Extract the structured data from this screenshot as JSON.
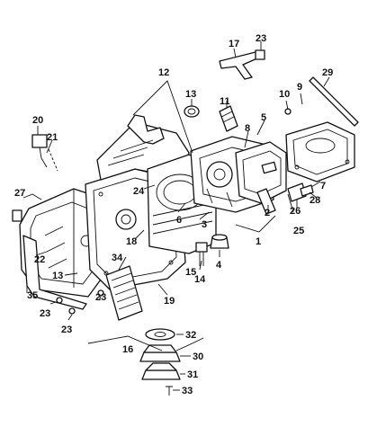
{
  "diagram": {
    "colors": {
      "ink": "#111111",
      "paper": "#ffffff"
    },
    "callouts": [
      {
        "id": "c1",
        "text": "1"
      },
      {
        "id": "c2",
        "text": "2"
      },
      {
        "id": "c3",
        "text": "3"
      },
      {
        "id": "c4",
        "text": "4"
      },
      {
        "id": "c5",
        "text": "5"
      },
      {
        "id": "c6",
        "text": "6"
      },
      {
        "id": "c7",
        "text": "7"
      },
      {
        "id": "c8",
        "text": "8"
      },
      {
        "id": "c9",
        "text": "9"
      },
      {
        "id": "c10",
        "text": "10"
      },
      {
        "id": "c11",
        "text": "11"
      },
      {
        "id": "c12",
        "text": "12"
      },
      {
        "id": "c13a",
        "text": "13"
      },
      {
        "id": "c13b",
        "text": "13"
      },
      {
        "id": "c14",
        "text": "14"
      },
      {
        "id": "c15",
        "text": "15"
      },
      {
        "id": "c16",
        "text": "16"
      },
      {
        "id": "c17",
        "text": "17"
      },
      {
        "id": "c18",
        "text": "18"
      },
      {
        "id": "c19",
        "text": "19"
      },
      {
        "id": "c20",
        "text": "20"
      },
      {
        "id": "c21",
        "text": "21"
      },
      {
        "id": "c22",
        "text": "22"
      },
      {
        "id": "c23a",
        "text": "23"
      },
      {
        "id": "c23b",
        "text": "23"
      },
      {
        "id": "c23c",
        "text": "23"
      },
      {
        "id": "c23d",
        "text": "23"
      },
      {
        "id": "c24",
        "text": "24"
      },
      {
        "id": "c25",
        "text": "25"
      },
      {
        "id": "c26",
        "text": "26"
      },
      {
        "id": "c27",
        "text": "27"
      },
      {
        "id": "c28",
        "text": "28"
      },
      {
        "id": "c29",
        "text": "29"
      },
      {
        "id": "c30",
        "text": "30"
      },
      {
        "id": "c31",
        "text": "31"
      },
      {
        "id": "c32",
        "text": "32"
      },
      {
        "id": "c33",
        "text": "33"
      },
      {
        "id": "c34",
        "text": "34"
      },
      {
        "id": "c35",
        "text": "35"
      }
    ]
  }
}
